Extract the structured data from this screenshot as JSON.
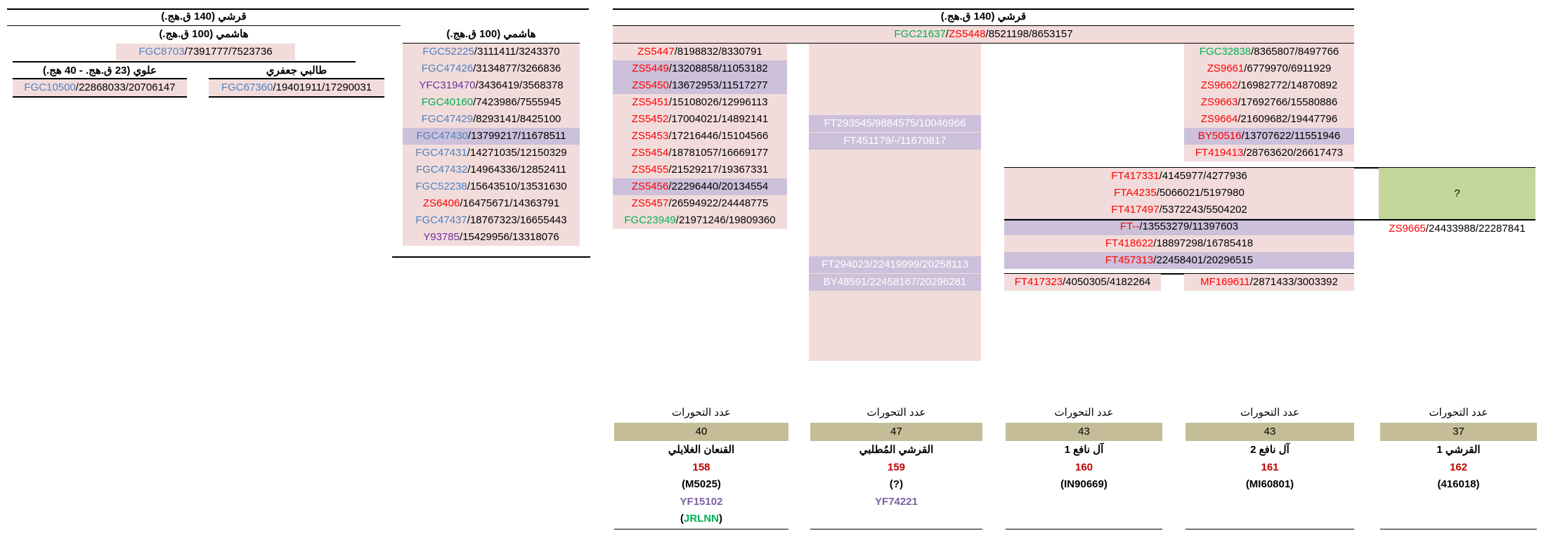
{
  "top_left": {
    "quraishi": "قرشي (140 ق.هج.)",
    "hashimi_a": "هاشمي (100 ق.هج.)",
    "fgc8703": [
      "FGC8703",
      "7391777",
      "7523736"
    ],
    "alawi": "علوي (23 ق.هج. - 40 هج.)",
    "talibi": "طالبي جعفري",
    "fgc10500": [
      "FGC10500",
      "22868033",
      "20706147"
    ],
    "fgc67360": [
      "FGC67360",
      "19401911",
      "17290031"
    ]
  },
  "hashimi_b": {
    "title": "هاشمي (100 ق.هج.)",
    "rows": [
      {
        "snp": "FGC52225",
        "a": "3111411",
        "b": "3243370",
        "c": "b",
        "bg": "pink"
      },
      {
        "snp": "FGC47426",
        "a": "3134877",
        "b": "3266836",
        "c": "b",
        "bg": "pink"
      },
      {
        "snp": "YFC319470",
        "a": "3436419",
        "b": "3568378",
        "c": "p",
        "bg": "pink"
      },
      {
        "snp": "FGC40160",
        "a": "7423986",
        "b": "7555945",
        "c": "g",
        "bg": "pink"
      },
      {
        "snp": "FGC47429",
        "a": "8293141",
        "b": "8425100",
        "c": "b",
        "bg": "pink"
      },
      {
        "snp": "FGC47430",
        "a": "13799217",
        "b": "11678511",
        "c": "b",
        "bg": "lav"
      },
      {
        "snp": "FGC47431",
        "a": "14271035",
        "b": "12150329",
        "c": "b",
        "bg": "pink"
      },
      {
        "snp": "FGC47432",
        "a": "14964336",
        "b": "12852411",
        "c": "b",
        "bg": "pink"
      },
      {
        "snp": "FGC52238",
        "a": "15643510",
        "b": "13531630",
        "c": "b",
        "bg": "pink"
      },
      {
        "snp": "ZS6406",
        "a": "16475671",
        "b": "14363791",
        "c": "r",
        "bg": "pink"
      },
      {
        "snp": "FGC47437",
        "a": "18767323",
        "b": "16655443",
        "c": "b",
        "bg": "pink"
      },
      {
        "snp": "Y93785",
        "a": "15429956",
        "b": "13318076",
        "c": "p",
        "bg": "pink"
      }
    ]
  },
  "right": {
    "quraishi": "قرشي (140 ق.هج.)",
    "root": {
      "snp1": "FGC21637",
      "snp2": "ZS5448",
      "a": "8521198",
      "b": "8653157"
    },
    "col1": [
      {
        "snp": "ZS5447",
        "a": "8198832",
        "b": "8330791",
        "c": "r",
        "bg": "pink"
      },
      {
        "snp": "ZS5449",
        "a": "13208858",
        "b": "11053182",
        "c": "r",
        "bg": "lav"
      },
      {
        "snp": "ZS5450",
        "a": "13672953",
        "b": "11517277",
        "c": "r",
        "bg": "lav"
      },
      {
        "snp": "ZS5451",
        "a": "15108026",
        "b": "12996113",
        "c": "r",
        "bg": "pink"
      },
      {
        "snp": "ZS5452",
        "a": "17004021",
        "b": "14892141",
        "c": "r",
        "bg": "pink"
      },
      {
        "snp": "ZS5453",
        "a": "17216446",
        "b": "15104566",
        "c": "r",
        "bg": "pink"
      },
      {
        "snp": "ZS5454",
        "a": "18781057",
        "b": "16669177",
        "c": "r",
        "bg": "pink"
      },
      {
        "snp": "ZS5455",
        "a": "21529217",
        "b": "19367331",
        "c": "r",
        "bg": "pink"
      },
      {
        "snp": "ZS5456",
        "a": "22296440",
        "b": "20134554",
        "c": "r",
        "bg": "lav"
      },
      {
        "snp": "ZS5457",
        "a": "26594922",
        "b": "24448775",
        "c": "r",
        "bg": "pink"
      },
      {
        "snp": "FGC23949",
        "a": "21971246",
        "b": "19809360",
        "c": "g",
        "bg": "pink"
      }
    ],
    "col2": [
      "FT293545/9884575/10046966",
      "FT451179/-/11670817",
      "FT294023/22419999/20258113",
      "BY48591/22458167/20296281"
    ],
    "col4": [
      {
        "snp": "FGC32838",
        "a": "8365807",
        "b": "8497766",
        "c": "g",
        "bg": "pink"
      },
      {
        "snp": "ZS9661",
        "a": "6779970",
        "b": "6911929",
        "c": "r",
        "bg": "pink"
      },
      {
        "snp": "ZS9662",
        "a": "16982772",
        "b": "14870892",
        "c": "r",
        "bg": "pink"
      },
      {
        "snp": "ZS9663",
        "a": "17692766",
        "b": "15580886",
        "c": "r",
        "bg": "pink"
      },
      {
        "snp": "ZS9664",
        "a": "21609682",
        "b": "19447796",
        "c": "r",
        "bg": "pink"
      },
      {
        "snp": "BY50516",
        "a": "13707622",
        "b": "11551946",
        "c": "r",
        "bg": "lav"
      },
      {
        "snp": "FT419413",
        "a": "28763620",
        "b": "26617473",
        "c": "r",
        "bg": "pink"
      }
    ],
    "span": [
      {
        "snp": "FT417331",
        "a": "4145977",
        "b": "4277936",
        "bg": "pink"
      },
      {
        "snp": "FTA4235",
        "a": "5066021",
        "b": "5197980",
        "bg": "pink"
      },
      {
        "snp": "FT417497",
        "a": "5372243",
        "b": "5504202",
        "bg": "pink"
      },
      {
        "snp": "FT--",
        "a": "13553279",
        "b": "11397603",
        "bg": "lav"
      },
      {
        "snp": "FT418622",
        "a": "18897298",
        "b": "16785418",
        "bg": "pink"
      },
      {
        "snp": "FT457313",
        "a": "22458401",
        "b": "20296515",
        "bg": "lav"
      }
    ],
    "ft417323": {
      "snp": "FT417323",
      "a": "4050305",
      "b": "4182264"
    },
    "mf169611": {
      "snp": "MF169611",
      "a": "2871433",
      "b": "3003392"
    },
    "question": "?",
    "zs9665": {
      "snp": "ZS9665",
      "a": "24433988",
      "b": "22287841"
    }
  },
  "footer": {
    "mut_label": "عدد التحورات",
    "columns": [
      {
        "count": "40",
        "name": "القنعان الغلايلي",
        "num": "158",
        "code": "(M5025)",
        "extra1": "YF15102",
        "extra2": "JRLNN"
      },
      {
        "count": "47",
        "name": "القرشي المُطلبي",
        "num": "159",
        "code": "(?)",
        "extra1": "YF74221",
        "extra2": ""
      },
      {
        "count": "43",
        "name": "آل نافع 1",
        "num": "160",
        "code": "(IN90669)",
        "extra1": "",
        "extra2": ""
      },
      {
        "count": "43",
        "name": "آل نافع 2",
        "num": "161",
        "code": "(MI60801)",
        "extra1": "",
        "extra2": ""
      },
      {
        "count": "37",
        "name": "القرشي 1",
        "num": "162",
        "code": "(416018)",
        "extra1": "",
        "extra2": ""
      }
    ]
  },
  "colors": {
    "pink": "#f2dcdb",
    "lavender": "#ccc0da",
    "olive": "#c4bd97",
    "lime": "#c3d69b",
    "red": "#ff0000",
    "blue": "#4f81bd",
    "green": "#00b050",
    "purple": "#7030a0"
  }
}
